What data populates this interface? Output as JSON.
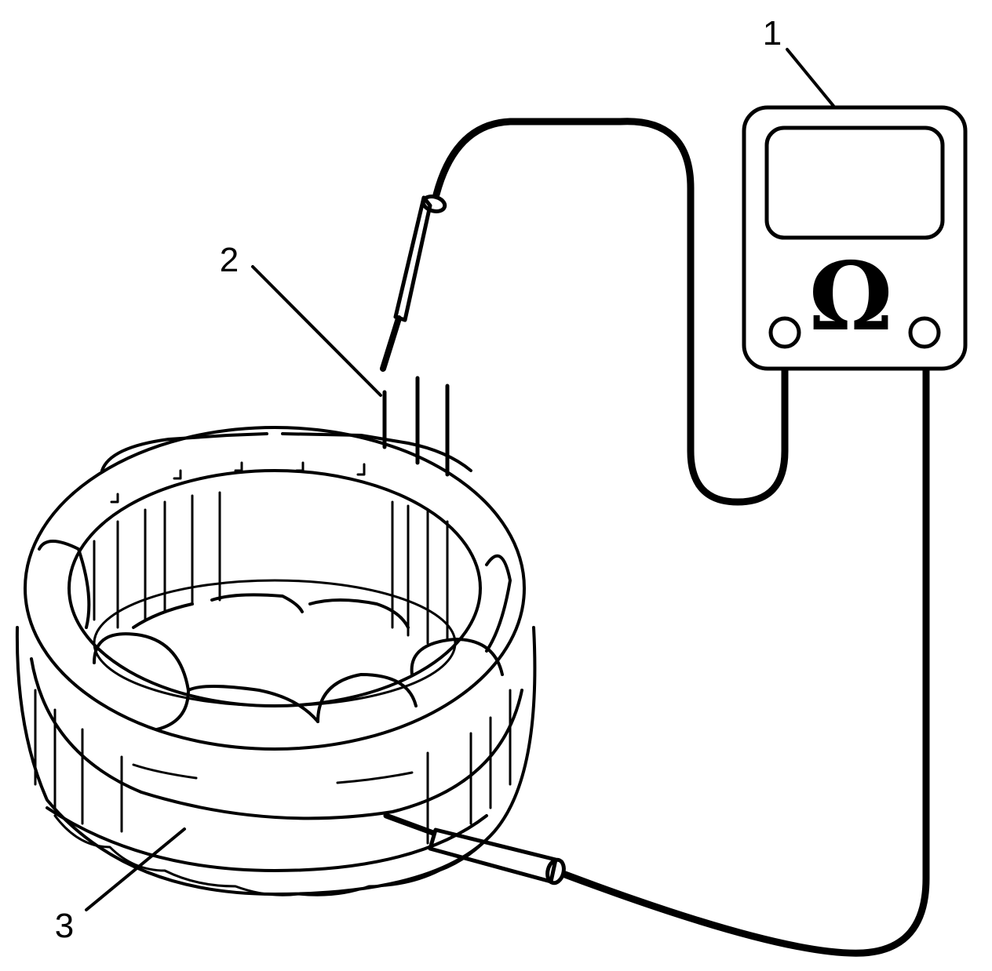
{
  "diagram": {
    "callouts": [
      {
        "id": "1",
        "label": "1",
        "target": "ohmmeter"
      },
      {
        "id": "2",
        "label": "2",
        "target": "stator-lead"
      },
      {
        "id": "3",
        "label": "3",
        "target": "stator-frame"
      }
    ],
    "meter": {
      "symbol": "Ω",
      "icon": "ohmmeter-icon"
    },
    "colors": {
      "ink": "#000000",
      "background": "#ffffff"
    }
  }
}
